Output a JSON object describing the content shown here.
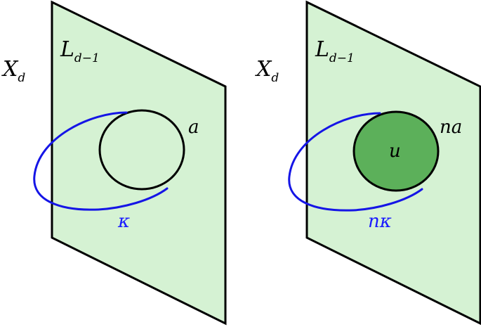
{
  "colors": {
    "plane_fill": "#d5f2d3",
    "plane_stroke": "#000000",
    "loop_blue": "#1515e6",
    "disk_fill": "#5cb05a",
    "label_blue": "#1a1aff"
  },
  "panels": [
    {
      "space_label": {
        "main": "X",
        "sub": "d"
      },
      "plane_label": {
        "main": "L",
        "sub": "d−1"
      },
      "circle_label": "a",
      "loop_label": "κ",
      "disk_label": ""
    },
    {
      "space_label": {
        "main": "X",
        "sub": "d"
      },
      "plane_label": {
        "main": "L",
        "sub": "d−1"
      },
      "circle_label": "na",
      "loop_label": "nκ",
      "disk_label": "u"
    }
  ]
}
